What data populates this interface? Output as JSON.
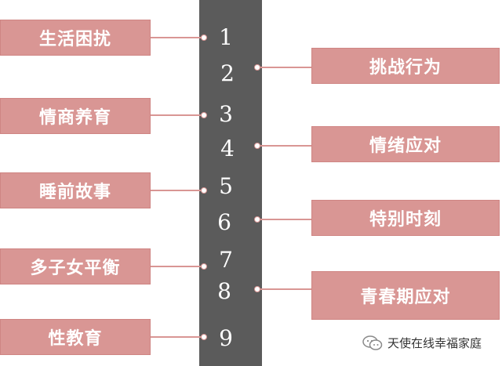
{
  "left_items": [
    {
      "label": "生活困扰",
      "number": "1"
    },
    {
      "label": "情商养育",
      "number": "3"
    },
    {
      "label": "睡前故事",
      "number": "5"
    },
    {
      "label": "多子女平衡",
      "number": "7"
    },
    {
      "label": "性教育",
      "number": "9"
    }
  ],
  "right_items": [
    {
      "label": "挑战行为",
      "number": "2"
    },
    {
      "label": "情绪应对",
      "number": "4"
    },
    {
      "label": "特别时刻",
      "number": "6"
    },
    {
      "label": "青春期应对",
      "number": "8"
    }
  ],
  "watermark": {
    "text": "天使在线幸福家庭",
    "icon": "wechat-icon"
  },
  "colors": {
    "box": "#d99694",
    "spine": "#5b5b5b"
  }
}
